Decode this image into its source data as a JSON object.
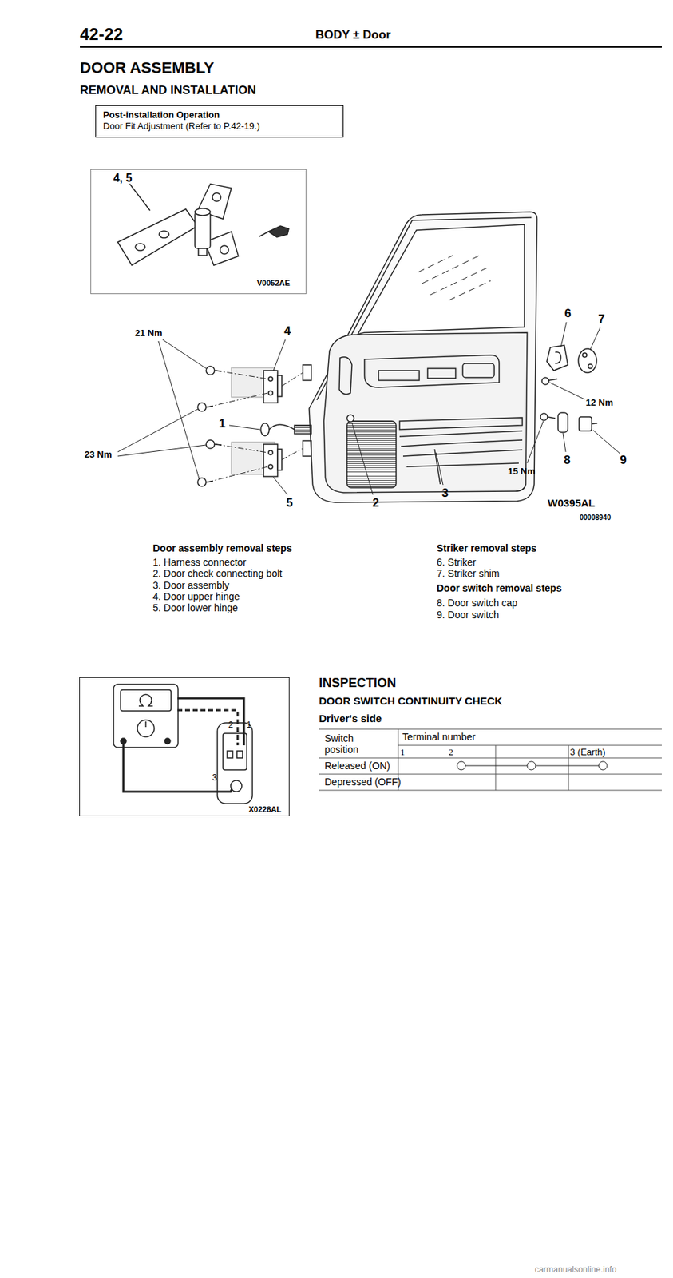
{
  "diagram": {
    "title": "DOOR ASSEMBLY",
    "nodes": [
      {
        "text": [
          "Post-installation Operation",
          "Door Fit Adjustment (Refer to P.42-19.)"
        ]
      },
      {
        "text": [
          "4, 5",
          "V0052AE"
        ]
      },
      {
        "text": [
          "2",
          "1",
          "3",
          "X0228AL"
        ]
      }
    ],
    "labels": [
      "42-22",
      "BODY ± Door",
      "REMOVAL AND INSTALLATION",
      "21 Nm",
      "4",
      "1",
      "23 Nm",
      "5",
      "2",
      "3",
      "6",
      "7",
      "12 Nm",
      "15 Nm",
      "8",
      "9",
      "W0395AL",
      "00008940",
      "Door assembly removal steps",
      "1. Harness connector",
      "2. Door check connecting bolt",
      "3. Door assembly",
      "4. Door upper hinge",
      "5. Door lower hinge",
      "Striker removal steps",
      "6. Striker",
      "7. Striker shim",
      "Door switch removal steps",
      "8. Door switch cap",
      "9. Door switch",
      "INSPECTION",
      "DOOR SWITCH CONTINUITY CHECK",
      "Driver's side",
      "Switch position",
      "Terminal number",
      "1",
      "2",
      "3 (Earth)",
      "Released (ON)",
      "Depressed (OFF)",
      "carmanualsonline.info"
    ]
  }
}
